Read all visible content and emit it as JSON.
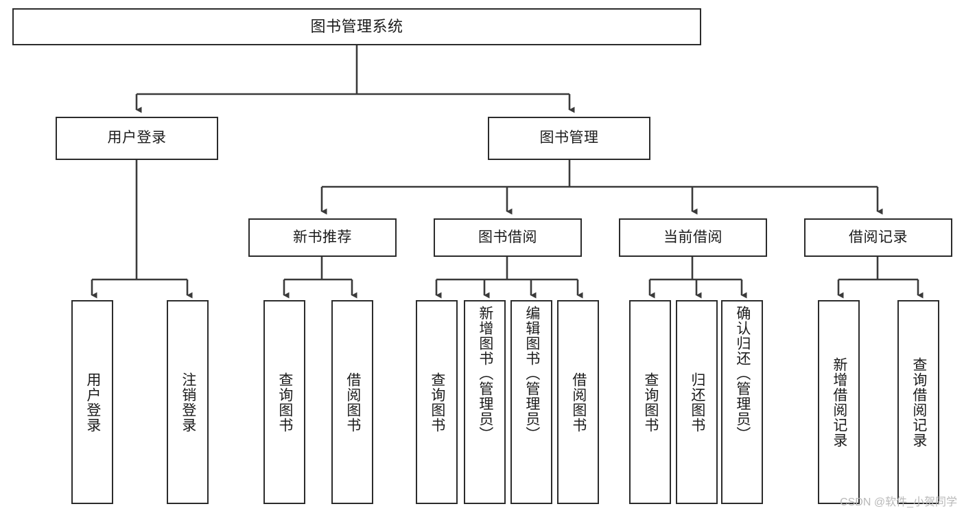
{
  "diagram": {
    "title": "图书管理系统",
    "type": "tree-hierarchy-chart",
    "watermark": "CSDN @软件_小贺同学",
    "colors": {
      "box_border": "#2b2b2b",
      "box_fill": "#ffffff",
      "edge": "#3a3a3a",
      "text": "#1b1b1b",
      "watermark": "#b9b9b9",
      "background": "#ffffff"
    },
    "root": {
      "id": "root",
      "label": "图书管理系统"
    },
    "level2": [
      {
        "id": "user-login",
        "label": "用户登录"
      },
      {
        "id": "book-manage",
        "label": "图书管理"
      }
    ],
    "level3": [
      {
        "id": "new-book-rec",
        "label": "新书推荐",
        "parent": "book-manage"
      },
      {
        "id": "book-borrow",
        "label": "图书借阅",
        "parent": "book-manage"
      },
      {
        "id": "current-borrow",
        "label": "当前借阅",
        "parent": "book-manage"
      },
      {
        "id": "borrow-record",
        "label": "借阅记录",
        "parent": "book-manage"
      }
    ],
    "leaves": [
      {
        "id": "leaf-user-login",
        "label": "用户登录",
        "parent": "user-login"
      },
      {
        "id": "leaf-logout",
        "label": "注销登录",
        "parent": "user-login"
      },
      {
        "id": "leaf-query-book-rec",
        "label": "查询图书",
        "parent": "new-book-rec"
      },
      {
        "id": "leaf-borrow-book-rec",
        "label": "借阅图书",
        "parent": "new-book-rec"
      },
      {
        "id": "leaf-query-book-borrow",
        "label": "查询图书",
        "parent": "book-borrow"
      },
      {
        "id": "leaf-add-book",
        "label": "新增图书（管理员）",
        "parent": "book-borrow"
      },
      {
        "id": "leaf-edit-book",
        "label": "编辑图书（管理员）",
        "parent": "book-borrow"
      },
      {
        "id": "leaf-borrow-book",
        "label": "借阅图书",
        "parent": "book-borrow"
      },
      {
        "id": "leaf-query-book-cur",
        "label": "查询图书",
        "parent": "current-borrow"
      },
      {
        "id": "leaf-return-book",
        "label": "归还图书",
        "parent": "current-borrow"
      },
      {
        "id": "leaf-confirm-return",
        "label": "确认归还（管理员）",
        "parent": "current-borrow"
      },
      {
        "id": "leaf-add-record",
        "label": "新增借阅记录",
        "parent": "borrow-record"
      },
      {
        "id": "leaf-query-record",
        "label": "查询借阅记录",
        "parent": "borrow-record"
      }
    ]
  }
}
